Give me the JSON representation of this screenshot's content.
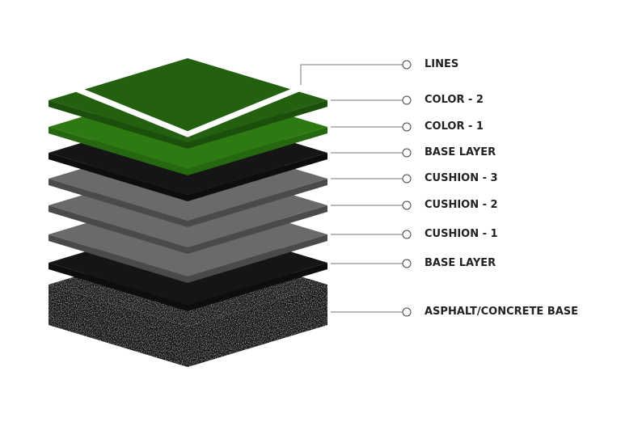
{
  "layers": [
    {
      "label": "LINES",
      "color": "#ffffff"
    },
    {
      "label": "COLOR - 2",
      "color": "#236010",
      "side": "#1b4f0b"
    },
    {
      "label": "COLOR - 1",
      "color": "#2e7a12",
      "side": "#266810"
    },
    {
      "label": "BASE LAYER",
      "color": "#151515",
      "side": "#0d0d0d"
    },
    {
      "label": "CUSHION - 3",
      "color": "#6a6a6a",
      "side": "#4a4a4a"
    },
    {
      "label": "CUSHION - 2",
      "color": "#6a6a6a",
      "side": "#4a4a4a"
    },
    {
      "label": "CUSHION - 1",
      "color": "#6a6a6a",
      "side": "#4a4a4a"
    },
    {
      "label": "BASE LAYER",
      "color": "#151515",
      "side": "#0d0d0d"
    },
    {
      "label": "ASPHALT/CONCRETE BASE",
      "color": "#1c1c1c",
      "side": "#161616"
    }
  ],
  "line_color": "#777777"
}
